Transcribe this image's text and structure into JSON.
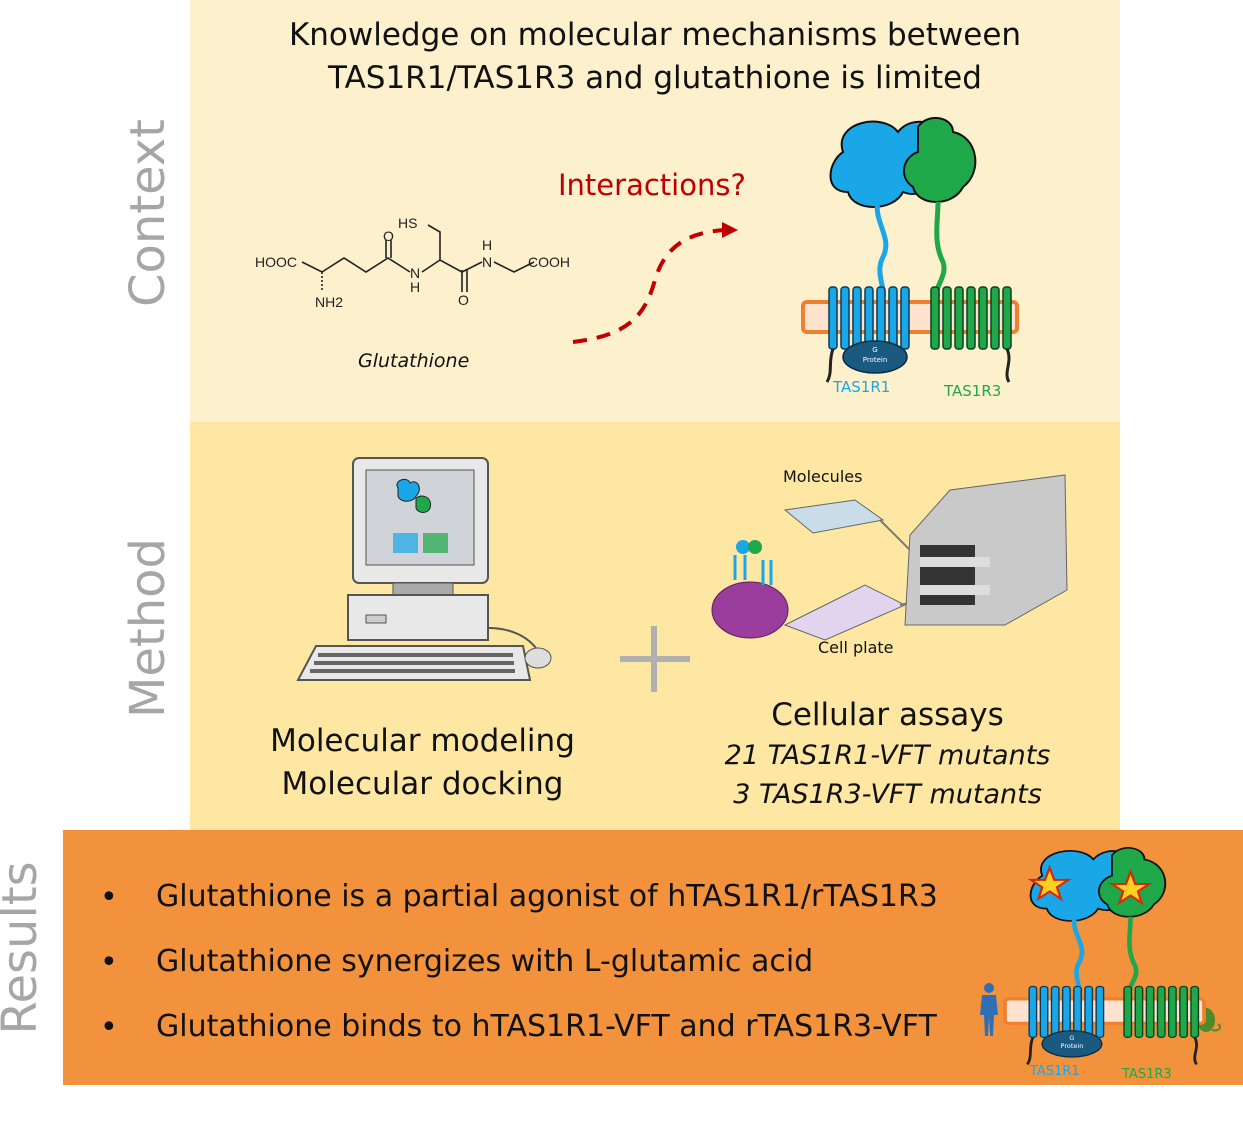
{
  "sections": {
    "context": "Context",
    "method": "Method",
    "results": "Results"
  },
  "context": {
    "title_line1": "Knowledge on molecular mechanisms between",
    "title_line2": "TAS1R1/TAS1R3 and glutathione is limited",
    "question": "Interactions?",
    "molecule_name": "Glutathione",
    "molecule_labels": {
      "hs": "HS",
      "hooc": "HOOC",
      "nh2": "NH2",
      "o1": "O",
      "o2": "O",
      "nh": "N",
      "h1": "H",
      "h2": "H",
      "n2": "N",
      "cooh": "COOH"
    },
    "receptor_labels": {
      "r1": "TAS1R1",
      "r3": "TAS1R3",
      "gprotein_1": "G",
      "gprotein_2": "Protein"
    }
  },
  "method": {
    "left_line1": "Molecular modeling",
    "left_line2": "Molecular docking",
    "molecules_label": "Molecules",
    "cell_plate_label": "Cell plate",
    "right_title": "Cellular assays",
    "right_line1": "21 TAS1R1-VFT mutants",
    "right_line2": "3 TAS1R3-VFT mutants"
  },
  "results": {
    "items": [
      "Glutathione is a partial agonist of hTAS1R1/rTAS1R3",
      "Glutathione synergizes with L-glutamic acid",
      "Glutathione binds to hTAS1R1-VFT and rTAS1R3-VFT"
    ],
    "bullet": "•",
    "receptor_labels": {
      "r1": "TAS1R1",
      "r3": "TAS1R3",
      "gprotein_1": "G",
      "gprotein_2": "Protein"
    }
  },
  "colors": {
    "context_bg": "#fdf0cc",
    "method_bg": "#fde7a2",
    "results_bg": "#f2923c",
    "tas1r1": "#1aa7e8",
    "tas1r3": "#1ea84a",
    "question": "#c00000",
    "label_gray": "#a6a6a6"
  }
}
